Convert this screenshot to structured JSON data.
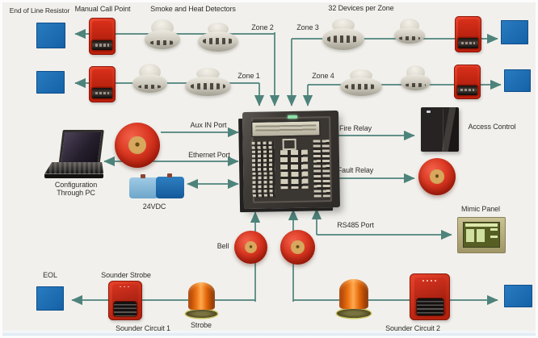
{
  "diagram": {
    "title_note": "Fire alarm system wiring diagram",
    "labels": {
      "end_of_line_resistor": "End of Line Resistor",
      "manual_call_point": "Manual Call Point",
      "smoke_and_heat_detectors": "Smoke and Heat Detectors",
      "devices_per_zone": "32 Devices per Zone",
      "zone1": "Zone 1",
      "zone2": "Zone 2",
      "zone3": "Zone 3",
      "zone4": "Zone 4",
      "aux_in_port": "Aux IN Port",
      "ethernet_port": "Ethernet Port",
      "dc_supply": "24VDC",
      "configuration_pc": "Configuration Through PC",
      "fire_relay": "Fire Relay",
      "fault_relay": "Fault Relay",
      "access_control": "Access Control",
      "rs485_port": "RS485 Port",
      "mimic_panel": "Mimic Panel",
      "bell": "Bell",
      "eol": "EOL",
      "sounder_strobe": "Sounder Strobe",
      "strobe": "Strobe",
      "sounder_circuit_1": "Sounder Circuit 1",
      "sounder_circuit_2": "Sounder Circuit 2"
    },
    "colors": {
      "wire_teal": "#4d837b",
      "eol_blue": "#1f6fb5",
      "device_red": "#cf2b18",
      "strobe_orange": "#e8741a",
      "panel_charcoal": "#3a3632",
      "background": "#f1f0ec"
    }
  }
}
